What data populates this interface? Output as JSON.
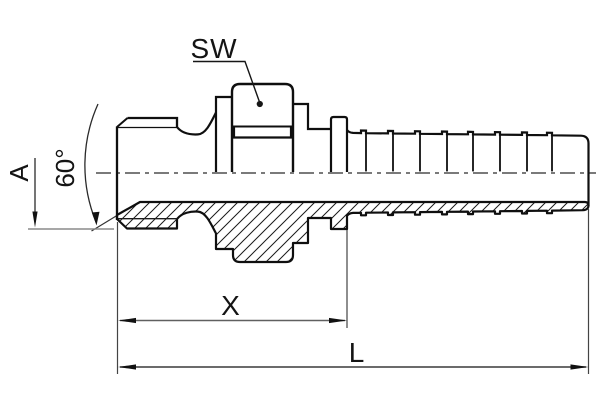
{
  "drawing": {
    "labels": {
      "wrench_size": "SW",
      "dim_a": "A",
      "cone_angle": "60°",
      "dim_x": "X",
      "dim_l": "L"
    },
    "colors": {
      "outline": "#111111",
      "thin_line": "#222222",
      "dimension_line": "#5f5f5f",
      "reference_line": "#8a8a8a",
      "arrow": "#111111",
      "background": "#ffffff"
    }
  }
}
